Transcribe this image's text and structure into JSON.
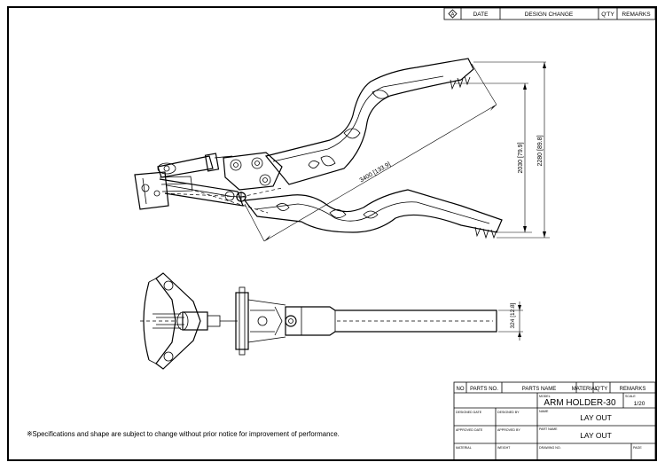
{
  "revision_block": {
    "symbol": "A",
    "col_date": "DATE",
    "col_change": "DESIGN CHANGE",
    "col_qty": "Q'TY",
    "col_remarks": "REMARKS"
  },
  "dimensions": {
    "reach": "3400 [133.9]",
    "height_a": "2030 [79.9]",
    "height_b": "2280 [89.8]",
    "width": "324 [12.8]"
  },
  "note": "※Specifications and shape are subject to change without prior notice for improvement of performance.",
  "title_block": {
    "col_no": "NO",
    "col_parts_no": "PARTS NO.",
    "col_parts_name": "PARTS NAME",
    "col_material": "MATERIAL",
    "col_qty": "Q'TY",
    "col_remarks": "REMARKS",
    "model_caption": "MODEL",
    "model": "ARM HOLDER-30",
    "scale_caption": "SCALE",
    "scale": "1/20",
    "name_caption": "NAME",
    "name": "LAY OUT",
    "designed_date": "DESIGNED DATE",
    "designed_by": "DESIGNED BY",
    "approved_date": "APPROVED DATE",
    "approved_by": "APPROVED BY",
    "part_name_caption": "PART NAME",
    "part_name": "LAY OUT",
    "material_caption": "MATERIAL",
    "weight_caption": "WEIGHT",
    "drawing_no_caption": "DRAWING NO.",
    "page_caption": "PAGE"
  }
}
